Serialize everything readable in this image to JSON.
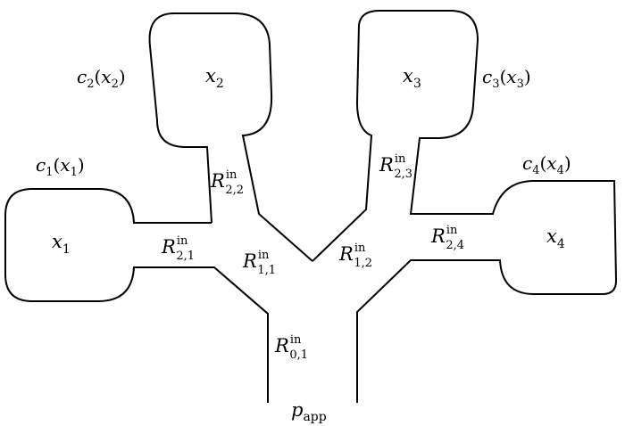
{
  "labels": {
    "x1": {
      "base": "x",
      "sub": "1"
    },
    "x2": {
      "base": "x",
      "sub": "2"
    },
    "x3": {
      "base": "x",
      "sub": "3"
    },
    "x4": {
      "base": "x",
      "sub": "4"
    },
    "c1": {
      "func": "c",
      "fsub": "1",
      "arg": "x",
      "asub": "1"
    },
    "c2": {
      "func": "c",
      "fsub": "2",
      "arg": "x",
      "asub": "2"
    },
    "c3": {
      "func": "c",
      "fsub": "3",
      "arg": "x",
      "asub": "3"
    },
    "c4": {
      "func": "c",
      "fsub": "4",
      "arg": "x",
      "asub": "4"
    },
    "r01": {
      "base": "R",
      "sup": "in",
      "sub": "0,1"
    },
    "r11": {
      "base": "R",
      "sup": "in",
      "sub": "1,1"
    },
    "r12": {
      "base": "R",
      "sup": "in",
      "sub": "1,2"
    },
    "r21": {
      "base": "R",
      "sup": "in",
      "sub": "2,1"
    },
    "r22": {
      "base": "R",
      "sup": "in",
      "sub": "2,2"
    },
    "r23": {
      "base": "R",
      "sup": "in",
      "sub": "2,3"
    },
    "r24": {
      "base": "R",
      "sup": "in",
      "sub": "2,4"
    },
    "papp": {
      "base": "p",
      "sub": "app"
    }
  }
}
